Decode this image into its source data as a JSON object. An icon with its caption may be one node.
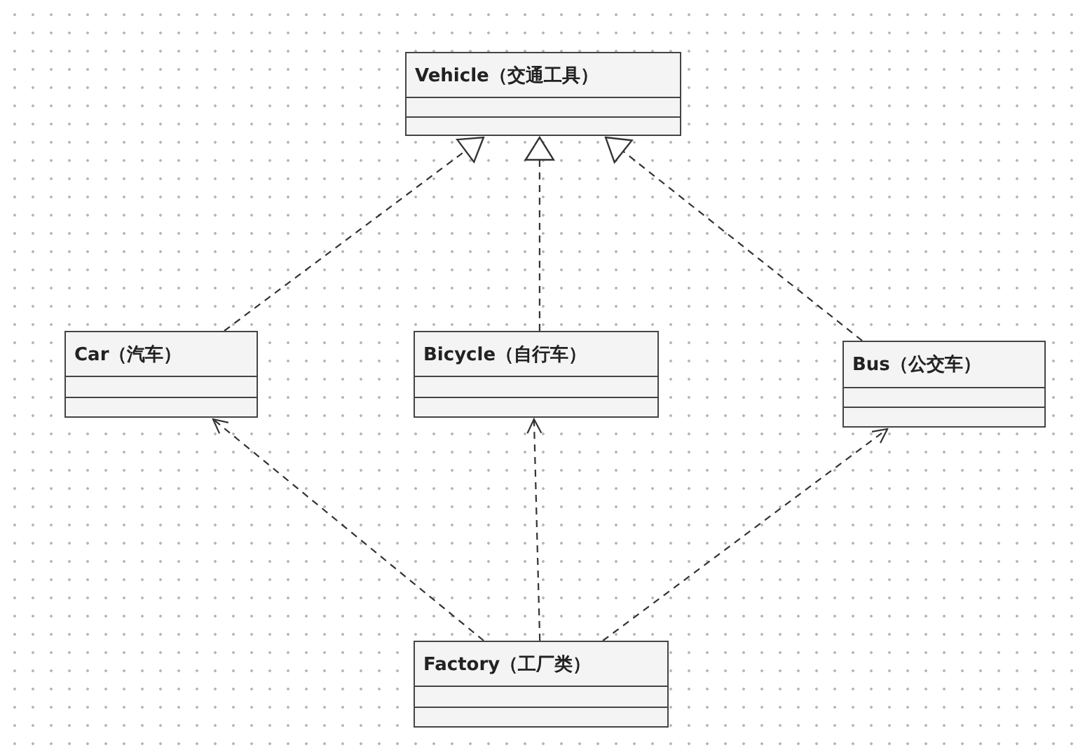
{
  "diagram": {
    "nodes": [
      {
        "text": [
          "Vehicle（交通工具）"
        ]
      },
      {
        "text": [
          "Car（汽车）"
        ]
      },
      {
        "text": [
          "Bicycle（自行车）"
        ]
      },
      {
        "text": [
          "Bus（公交车）"
        ]
      },
      {
        "text": [
          "Factory（工厂类）"
        ]
      }
    ],
    "edges": [
      {
        "from": 1,
        "to": 0,
        "arrow": "to",
        "style": "dashed"
      },
      {
        "from": 2,
        "to": 0,
        "arrow": "to",
        "style": "dashed"
      },
      {
        "from": 3,
        "to": 0,
        "arrow": "to",
        "style": "dashed"
      },
      {
        "from": 4,
        "to": 1,
        "arrow": "to",
        "style": "dashed"
      },
      {
        "from": 4,
        "to": 2,
        "arrow": "to",
        "style": "dashed"
      },
      {
        "from": 4,
        "to": 3,
        "arrow": "to",
        "style": "dashed"
      }
    ]
  }
}
